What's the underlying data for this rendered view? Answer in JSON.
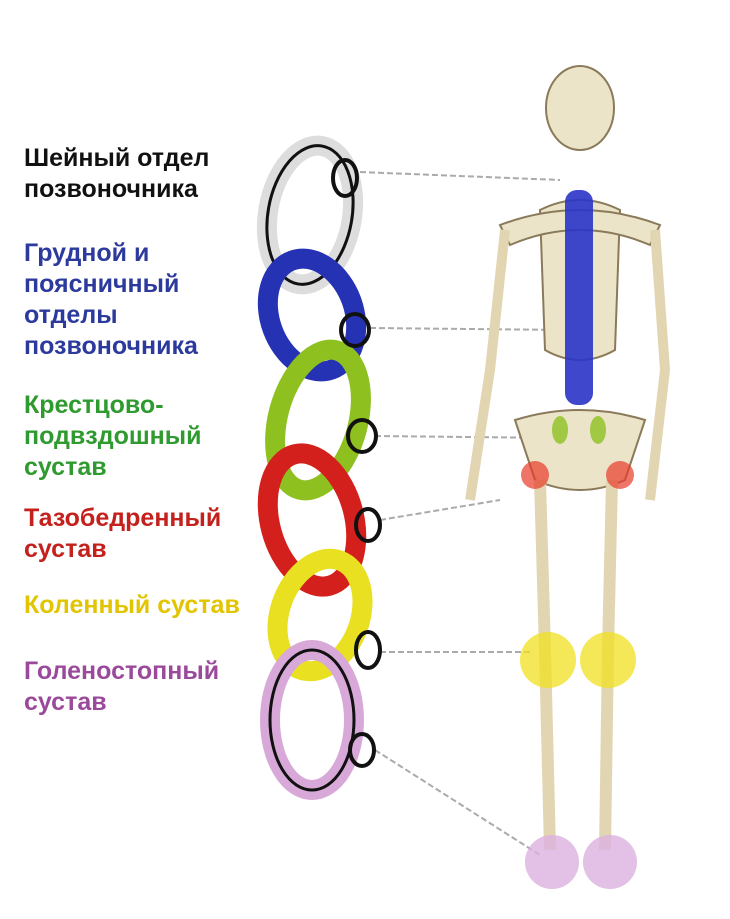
{
  "labels": [
    {
      "lines": [
        "Шейный отдел",
        "позвоночника"
      ],
      "color": "#111111"
    },
    {
      "lines": [
        "Грудной и",
        "поясничный",
        "отделы",
        "позвоночника"
      ],
      "color": "#2b3a9c"
    },
    {
      "lines": [
        "Крестцово-",
        "подвздошный",
        "сустав"
      ],
      "color": "#2f9a2f"
    },
    {
      "lines": [
        "Тазобедренный",
        "сустав"
      ],
      "color": "#c4201c"
    },
    {
      "lines": [
        "Коленный сустав"
      ],
      "color": "#e2c400"
    },
    {
      "lines": [
        "Голеностопный",
        "сустав"
      ],
      "color": "#9b4a9b"
    }
  ]
}
